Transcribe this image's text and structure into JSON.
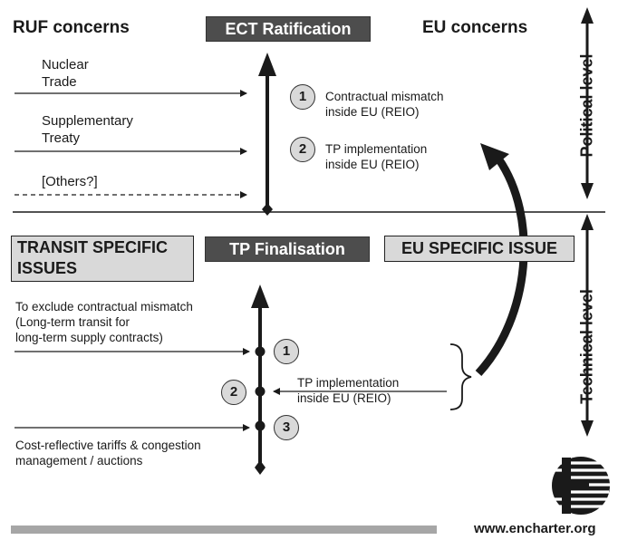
{
  "headers": {
    "ruf_concerns": "RUF concerns",
    "ect_ratification": "ECT Ratification",
    "eu_concerns": "EU concerns"
  },
  "political_items": [
    "Nuclear\nTrade",
    "Supplementary\nTreaty",
    "[Others?]"
  ],
  "political_eu_items": [
    {
      "num": "1",
      "text": "Contractual mismatch\ninside EU (REIO)"
    },
    {
      "num": "2",
      "text": "TP implementation\ninside EU (REIO)"
    }
  ],
  "levels": {
    "political": "Political level",
    "technical": "Technical level"
  },
  "technical_headers": {
    "transit_specific": "TRANSIT SPECIFIC\nISSUES",
    "tp_finalisation": "TP Finalisation",
    "eu_specific": "EU SPECIFIC ISSUE"
  },
  "technical_items": {
    "mismatch": "To exclude contractual mismatch\n(Long-term transit for\nlong-term supply contracts)",
    "tp_impl": "TP implementation\ninside EU (REIO)",
    "tariffs": "Cost-reflective tariffs & congestion\nmanagement / auctions"
  },
  "technical_numbers": [
    "1",
    "2",
    "3"
  ],
  "footer": {
    "url": "www.encharter.org"
  },
  "colors": {
    "dark_box": "#4d4d4d",
    "grey_box": "#d9d9d9",
    "line": "#1a1a1a",
    "footer_bar": "#a6a6a6"
  }
}
